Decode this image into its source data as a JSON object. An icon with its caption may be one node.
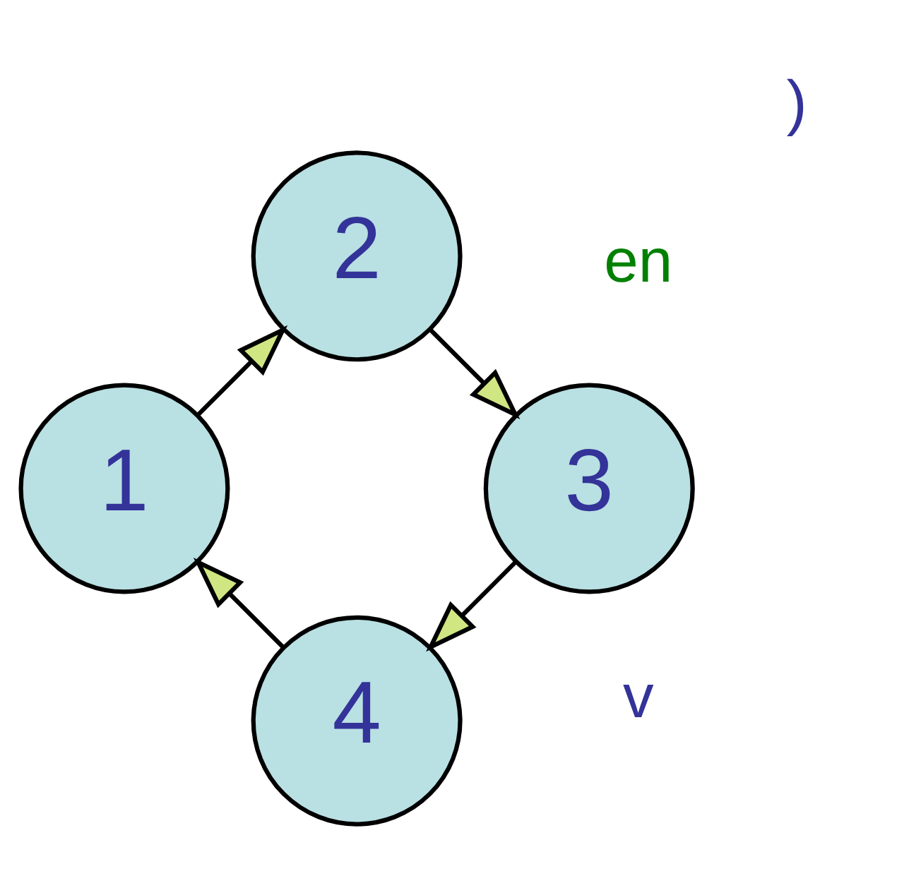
{
  "diagram": {
    "nodes": [
      {
        "text": [
          "4"
        ]
      },
      {
        "text": [
          "3"
        ]
      },
      {
        "text": [
          "1"
        ]
      },
      {
        "text": [
          "2"
        ]
      }
    ],
    "edges": [
      {
        "from": 0,
        "to": 2,
        "arrow": "to"
      },
      {
        "from": 2,
        "to": 3,
        "arrow": "to"
      },
      {
        "from": 3,
        "to": 1,
        "arrow": "to"
      },
      {
        "from": 1,
        "to": 0,
        "arrow": "to"
      }
    ],
    "labels": [
      "en",
      "v",
      ")"
    ]
  }
}
